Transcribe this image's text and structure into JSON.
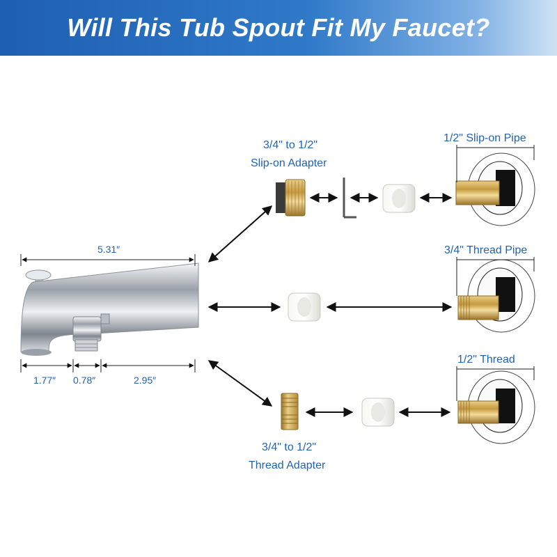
{
  "header": {
    "title": "Will This Tub Spout Fit My Faucet?"
  },
  "labels": {
    "slipon_adapter": [
      "3/4\" to 1/2\"",
      "Slip-on Adapter"
    ],
    "thread_adapter": [
      "3/4\" to 1/2\"",
      "Thread Adapter"
    ],
    "slipon_pipe": "1/2\" Slip-on Pipe",
    "thread_pipe_34": "3/4\" Thread Pipe",
    "thread_12": "1/2\" Thread"
  },
  "dimensions": {
    "total_length": "5.31″",
    "seg_1": "1.77″",
    "seg_2": "0.78″",
    "seg_3": "2.95″"
  },
  "colors": {
    "accent": "#1f63b5",
    "banner": "#2a6fc0",
    "brass": "#c9a24e",
    "chrome": "#c8ccd2"
  }
}
